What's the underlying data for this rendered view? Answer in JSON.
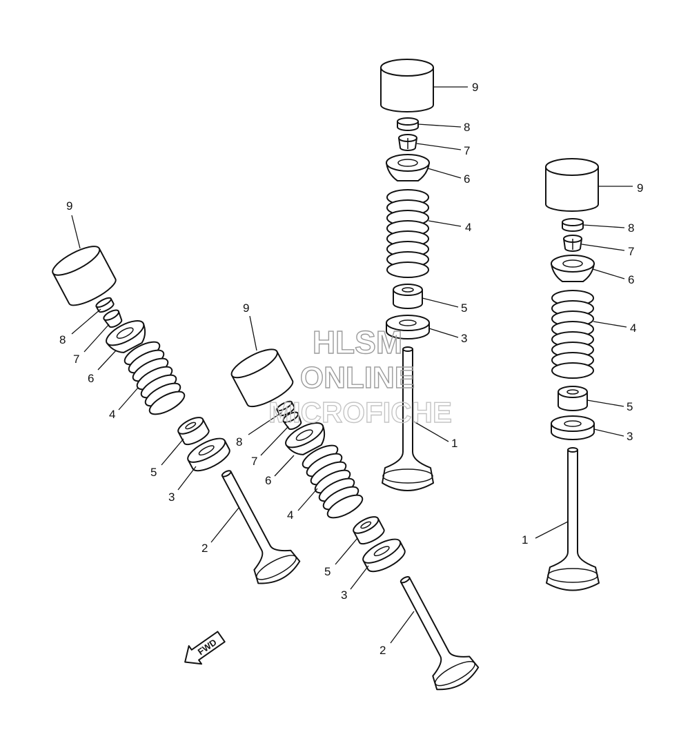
{
  "watermark": {
    "line1": "HLSM",
    "line2": "ONLINE",
    "line3": "MICROFICHE"
  },
  "direction_arrow": {
    "label": "FWD",
    "icon": "fwd-arrow-icon"
  },
  "callouts": {
    "p1": "1",
    "p2": "2",
    "p3": "3",
    "p4": "4",
    "p5": "5",
    "p6": "6",
    "p7": "7",
    "p8": "8",
    "p9": "9"
  },
  "assemblies": [
    {
      "name": "left-assembly",
      "parts": [
        "9",
        "8",
        "7",
        "6",
        "4",
        "5",
        "3",
        "2"
      ]
    },
    {
      "name": "center-assembly",
      "parts": [
        "9",
        "8",
        "7",
        "6",
        "4",
        "5",
        "3",
        "2"
      ]
    },
    {
      "name": "top-middle-assembly",
      "parts": [
        "9",
        "8",
        "7",
        "6",
        "4",
        "5",
        "3",
        "1"
      ]
    },
    {
      "name": "right-assembly",
      "parts": [
        "9",
        "8",
        "7",
        "6",
        "4",
        "5",
        "3",
        "1"
      ]
    }
  ]
}
